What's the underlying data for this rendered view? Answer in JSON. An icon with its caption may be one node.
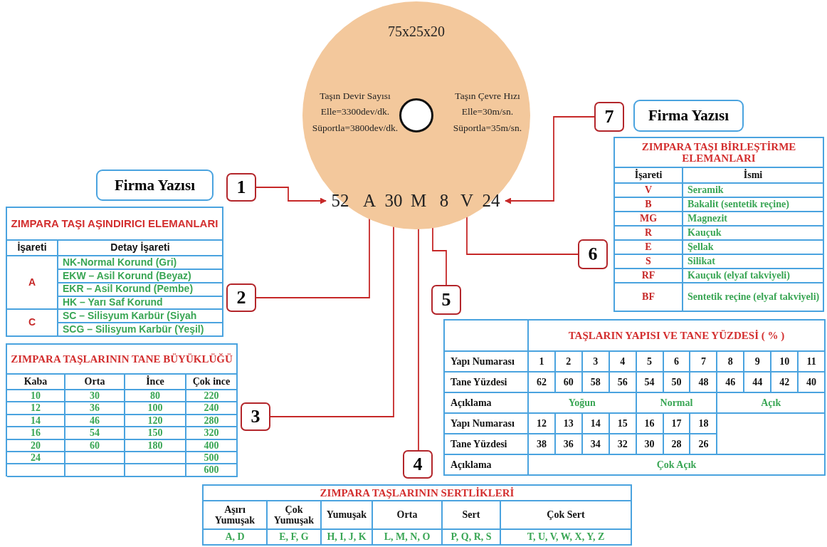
{
  "diagram": {
    "nodes": [
      {
        "text": [
          "75x25x20",
          "Taşın Devir Sayısı Elle=3300dev/dk. Süportla=3800dev/dk.",
          "Taşın Çevre Hızı Elle=30m/sn. Süportla=35m/sn."
        ]
      },
      {
        "text": [],
        "shape": "circle",
        "in": 0
      },
      {
        "text": [
          "52"
        ],
        "in": 0
      },
      {
        "text": [
          "A"
        ],
        "in": 0
      },
      {
        "text": [
          "30"
        ],
        "in": 0
      },
      {
        "text": [
          "M"
        ],
        "in": 0
      },
      {
        "text": [
          "8"
        ],
        "in": 0
      },
      {
        "text": [
          "V"
        ],
        "in": 0
      },
      {
        "text": [
          "24"
        ],
        "in": 0
      },
      {
        "text": [
          "Firma Yazısı"
        ]
      },
      {
        "text": [
          "1"
        ]
      },
      {
        "text": [
          "2"
        ]
      },
      {
        "text": [
          "3"
        ]
      },
      {
        "text": [
          "4"
        ]
      },
      {
        "text": [
          "5"
        ]
      },
      {
        "text": [
          "6"
        ]
      },
      {
        "text": [
          "7"
        ]
      },
      {
        "text": [
          "Firma Yazısı"
        ]
      },
      {
        "text": [
          "ZIMPARA TAŞI AŞINDIRICI ELEMANLARI",
          "İşareti",
          "Detay İşareti",
          "A",
          "NK-Normal Korund (Gri)",
          "EKW – Asil Korund (Beyaz)",
          "EKR – Asil Korund (Pembe)",
          "HK – Yarı Saf Korund",
          "C",
          "SC – Silisyum Karbür (Siyah",
          "SCG – Silisyum Karbür (Yeşil)"
        ]
      },
      {
        "text": [
          "ZIMPARA TAŞLARININ TANE BÜYÜKLÜĞÜ",
          "Kaba",
          "Orta",
          "İnce",
          "Çok ince",
          "10",
          "30",
          "80",
          "220",
          "12",
          "36",
          "100",
          "240",
          "14",
          "46",
          "120",
          "280",
          "16",
          "54",
          "150",
          "320",
          "20",
          "60",
          "180",
          "400",
          "24",
          "500",
          "600"
        ]
      },
      {
        "text": [
          "ZIMPARA TAŞLARININ SERTLİKLERİ",
          "Aşırı Yumuşak",
          "Çok Yumuşak",
          "Yumuşak",
          "Orta",
          "Sert",
          "Çok Sert",
          "A, D",
          "E, F, G",
          "H, I, J, K",
          "L, M, N, O",
          "P, Q, R, S",
          "T, U, V, W, X, Y, Z"
        ]
      },
      {
        "text": [
          "TAŞLARIN YAPISI VE TANE YÜZDESİ ( % )",
          "Yapı Numarası",
          "1",
          "2",
          "3",
          "4",
          "5",
          "6",
          "7",
          "8",
          "9",
          "10",
          "11",
          "Tane Yüzdesi",
          "62",
          "60",
          "58",
          "56",
          "54",
          "50",
          "48",
          "46",
          "44",
          "42",
          "40",
          "Açıklama",
          "Yoğun",
          "Normal",
          "Açık",
          "Yapı Numarası",
          "12",
          "13",
          "14",
          "15",
          "16",
          "17",
          "18",
          "Tane Yüzdesi",
          "38",
          "36",
          "34",
          "32",
          "30",
          "28",
          "26",
          "Açıklama",
          "Çok Açık"
        ]
      },
      {
        "text": [
          "ZIMPARA TAŞI BİRLEŞTİRME ELEMANLARI",
          "İşareti",
          "İsmi",
          "V",
          "Seramik",
          "B",
          "Bakalit (sentetik reçine)",
          "MG",
          "Magnezit",
          "R",
          "Kauçuk",
          "E",
          "Şellak",
          "S",
          "Silikat",
          "RF",
          "Kauçuk (elyaf takviyeli)",
          "BF",
          "Sentetik reçine (elyaf takviyeli)"
        ]
      }
    ],
    "edges": [
      {
        "from": 10,
        "to": 2,
        "arrow": "to"
      },
      {
        "from": 11,
        "to": 3,
        "arrow": "to"
      },
      {
        "from": 12,
        "to": 4,
        "arrow": "to"
      },
      {
        "from": 13,
        "to": 5,
        "arrow": "to"
      },
      {
        "from": 14,
        "to": 6,
        "arrow": "to"
      },
      {
        "from": 15,
        "to": 7,
        "arrow": "to"
      },
      {
        "from": 16,
        "to": 8,
        "arrow": "to"
      }
    ]
  }
}
